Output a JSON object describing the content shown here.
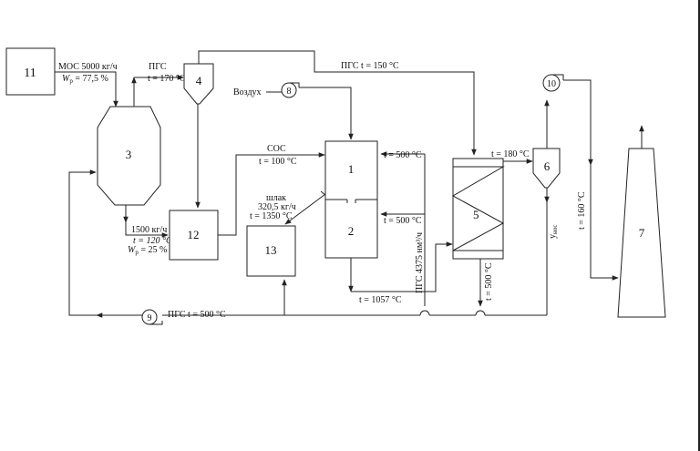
{
  "units": {
    "u1": "1",
    "u2": "2",
    "u3": "3",
    "u4": "4",
    "u5": "5",
    "u6": "6",
    "u7": "7",
    "u8": "8",
    "u9": "9",
    "u10": "10",
    "u11": "11",
    "u12": "12",
    "u13": "13"
  },
  "labels": {
    "mos_flow": "МОС 5000 кг/ч",
    "wp_mos_var": "W",
    "wp_mos_sub": "р",
    "wp_mos_val": " = 77,5 %",
    "pgs_top": "ПГС",
    "t_170": "t = 170 °C",
    "pgs_150": "ПГС  t = 150 °C",
    "air": "Воздух",
    "t_180": "t = 180 °C",
    "sos": "СОС",
    "t_100": "t = 100 °C",
    "t_500_upper": "t = 500 °C",
    "slag": "шлак",
    "slag_flow": "320,5 кг/ч",
    "t_1350": "t = 1350 °C",
    "t_500_mid": "t = 500 °C",
    "flow_1500": "1500 кг/ч",
    "t_120": "t = 120 °C",
    "wp_var": "W",
    "wp_sub": "р",
    "wp_val": " = 25 %",
    "pgs_volume": "ПГС 4375 нм³/ч",
    "t_500_vertical": "t = 500 °C",
    "t_1057": "t = 1057 °C",
    "pgs_500": "ПГС  t = 500 °C",
    "y_noc": "y",
    "y_noc_sub": "нос",
    "t_160": "t = 160 °C"
  }
}
